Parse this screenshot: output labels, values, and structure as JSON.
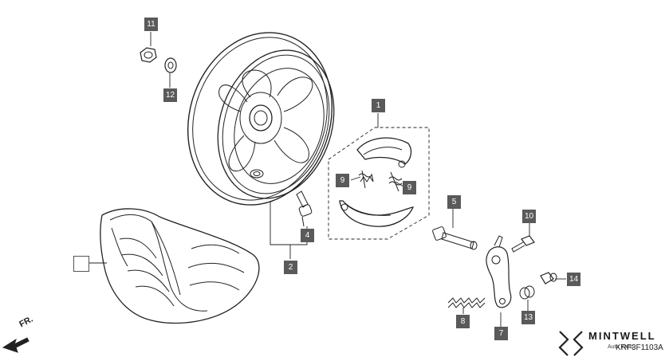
{
  "callouts": {
    "c1": "1",
    "c2": "2",
    "c4": "4",
    "c5": "5",
    "c7": "7",
    "c8": "8",
    "c9a": "9",
    "c9b": "9",
    "c10": "10",
    "c11": "11",
    "c12": "12",
    "c13": "13",
    "c14": "14",
    "c_blank": ""
  },
  "direction_label": "FR.",
  "brand": {
    "name": "MINTWELL",
    "sub": "Auto Parts"
  },
  "diagram_code": "KRF3F1103A",
  "colors": {
    "callout_bg": "#5a5a5a",
    "line": "#222222"
  }
}
